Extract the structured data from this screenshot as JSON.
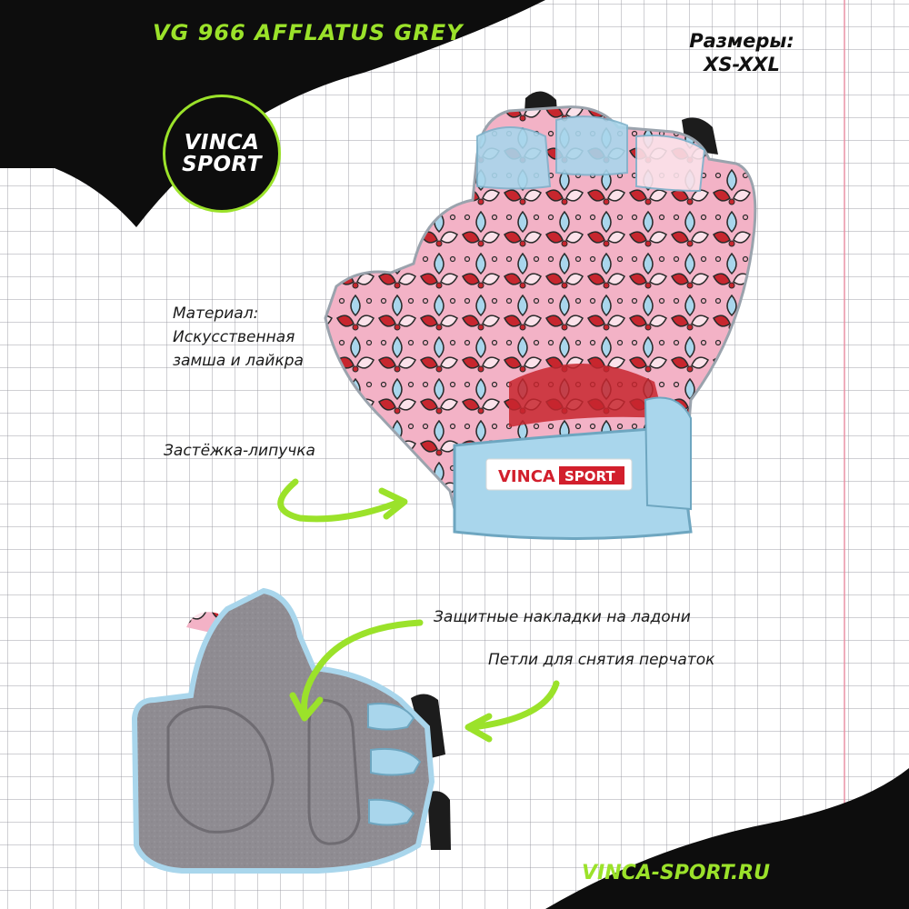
{
  "product": {
    "title": "VG 966 AFFLATUS GREY",
    "sizes_label": "Размеры:",
    "sizes_value": "XS-XXL"
  },
  "logo": {
    "line1": "VINCA",
    "line2": "SPORT",
    "strap_brand_1": "VINCA",
    "strap_brand_2": "SPORT"
  },
  "features": {
    "material_line1": "Материал:",
    "material_line2": "Искусственная",
    "material_line3": "замша и лайкра",
    "velcro": "Застёжка-липучка",
    "palm_pads": "Защитные накладки на ладони",
    "pull_loops": "Петли для снятия перчаток"
  },
  "footer": {
    "website": "VINCA-SPORT.RU"
  },
  "colors": {
    "accent_green": "#9be22a",
    "black": "#0d0d0d",
    "glove_blue": "#a9d6ec",
    "glove_pink": "#f3b2c6",
    "glove_red": "#c7262e",
    "palm_grey": "#8e8b90"
  },
  "icons": [
    "curved-arrow-icon",
    "glove-back-image",
    "glove-palm-image"
  ]
}
